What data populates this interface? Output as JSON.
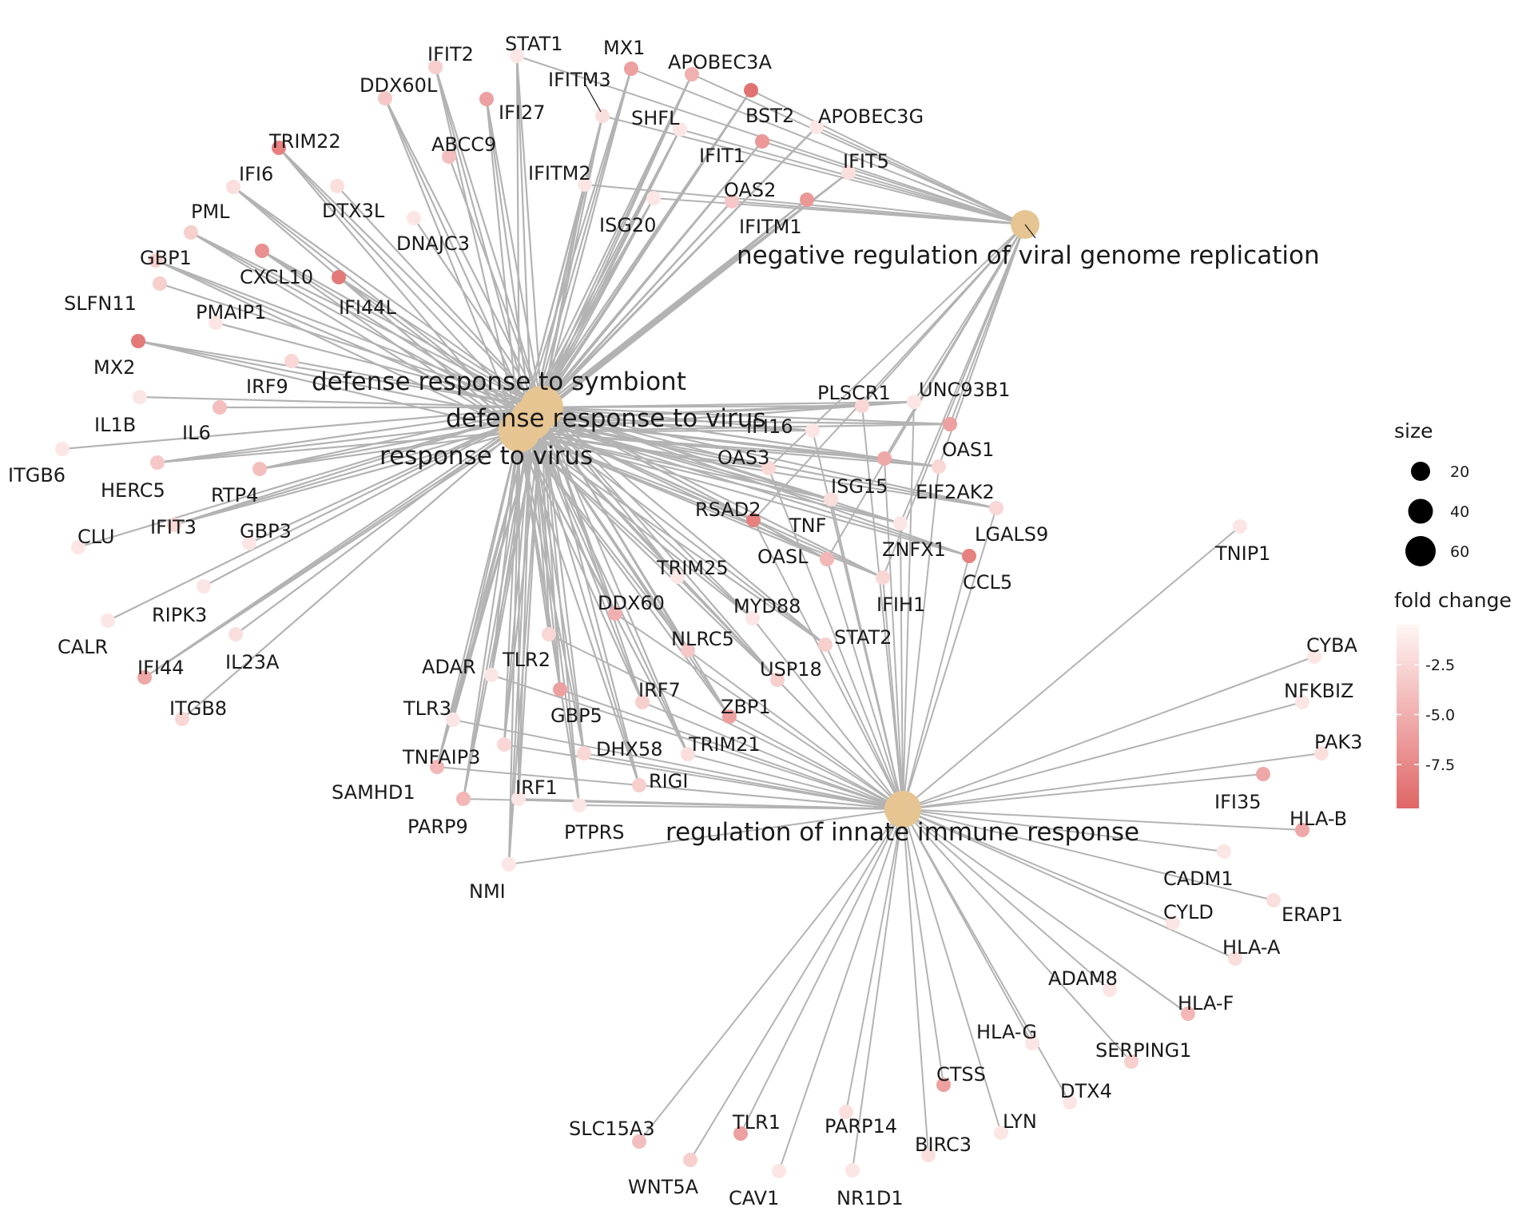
{
  "colors": {
    "edge": "#b3b3b3",
    "hub": "#e6c592",
    "fold_low": "#e06666",
    "fold_high": "#fff6f4"
  },
  "legend": {
    "size_title": "size",
    "size_items": [
      {
        "label": "20",
        "value": 20
      },
      {
        "label": "40",
        "value": 40
      },
      {
        "label": "60",
        "value": 60
      }
    ],
    "fold_title": "fold change",
    "fold_ticks": [
      {
        "label": "-2.5",
        "value": -2.5
      },
      {
        "label": "-5.0",
        "value": -5.0
      },
      {
        "label": "-7.5",
        "value": -7.5
      }
    ],
    "fold_range": [
      -9.7,
      -0.5
    ]
  },
  "hubs": [
    {
      "id": "symbiont",
      "label": "defense response to symbiont"
    },
    {
      "id": "virus_defense",
      "label": "defense response to virus"
    },
    {
      "id": "virus",
      "label": "response to virus"
    },
    {
      "id": "viral_replication",
      "label": "negative regulation of viral genome replication"
    },
    {
      "id": "innate",
      "label": "regulation of innate immune response"
    }
  ],
  "genes": [
    {
      "label": "IFIT2",
      "fc": -3.0
    },
    {
      "label": "STAT1",
      "fc": -1.5
    },
    {
      "label": "MX1",
      "fc": -6.0
    },
    {
      "label": "APOBEC3A",
      "fc": -5.0
    },
    {
      "label": "IFITM3",
      "fc": -2.0
    },
    {
      "label": "DDX60L",
      "fc": -3.5
    },
    {
      "label": "IFI27",
      "fc": -6.0
    },
    {
      "label": "BST2",
      "fc": -9.0
    },
    {
      "label": "APOBEC3G",
      "fc": -1.5
    },
    {
      "label": "SHFL",
      "fc": -1.5
    },
    {
      "label": "TRIM22",
      "fc": -8.0
    },
    {
      "label": "ABCC9",
      "fc": -4.0
    },
    {
      "label": "IFIT1",
      "fc": -6.5
    },
    {
      "label": "IFIT5",
      "fc": -2.0
    },
    {
      "label": "IFI6",
      "fc": -2.0
    },
    {
      "label": "IFITM2",
      "fc": -1.5
    },
    {
      "label": "DTX3L",
      "fc": -2.0
    },
    {
      "label": "OAS2",
      "fc": -3.5
    },
    {
      "label": "IFITM1",
      "fc": -6.5
    },
    {
      "label": "PML",
      "fc": -3.0
    },
    {
      "label": "DNAJC3",
      "fc": -1.5
    },
    {
      "label": "ISG20",
      "fc": -1.5
    },
    {
      "label": "GBP1",
      "fc": -3.0
    },
    {
      "label": "CXCL10",
      "fc": -7.0
    },
    {
      "label": "IFI44L",
      "fc": -8.5
    },
    {
      "label": "SLFN11",
      "fc": -3.0
    },
    {
      "label": "PMAIP1",
      "fc": -1.5
    },
    {
      "label": "MX2",
      "fc": -8.5
    },
    {
      "label": "IRF9",
      "fc": -2.5
    },
    {
      "label": "IL1B",
      "fc": -1.5
    },
    {
      "label": "IL6",
      "fc": -4.0
    },
    {
      "label": "ITGB6",
      "fc": -1.5
    },
    {
      "label": "HERC5",
      "fc": -3.5
    },
    {
      "label": "RTP4",
      "fc": -4.0
    },
    {
      "label": "CLU",
      "fc": -1.5
    },
    {
      "label": "IFIT3",
      "fc": -2.5
    },
    {
      "label": "GBP3",
      "fc": -1.5
    },
    {
      "label": "RIPK3",
      "fc": -1.5
    },
    {
      "label": "CALR",
      "fc": -1.5
    },
    {
      "label": "IFI44",
      "fc": -5.5
    },
    {
      "label": "IL23A",
      "fc": -2.0
    },
    {
      "label": "ITGB8",
      "fc": -2.5
    },
    {
      "label": "PLSCR1",
      "fc": -2.5
    },
    {
      "label": "UNC93B1",
      "fc": -1.5
    },
    {
      "label": "IFI16",
      "fc": -1.5
    },
    {
      "label": "OAS1",
      "fc": -6.0
    },
    {
      "label": "OAS3",
      "fc": -2.5
    },
    {
      "label": "ISG15",
      "fc": -5.5
    },
    {
      "label": "EIF2AK2",
      "fc": -2.5
    },
    {
      "label": "RSAD2",
      "fc": -8.0
    },
    {
      "label": "TNF",
      "fc": -2.0
    },
    {
      "label": "LGALS9",
      "fc": -2.5
    },
    {
      "label": "ZNFX1",
      "fc": -1.5
    },
    {
      "label": "OASL",
      "fc": -4.5
    },
    {
      "label": "CCL5",
      "fc": -8.0
    },
    {
      "label": "TRIM25",
      "fc": -1.5
    },
    {
      "label": "IFIH1",
      "fc": -2.5
    },
    {
      "label": "DDX60",
      "fc": -5.0
    },
    {
      "label": "MYD88",
      "fc": -1.5
    },
    {
      "label": "STAT2",
      "fc": -3.0
    },
    {
      "label": "NLRC5",
      "fc": -3.5
    },
    {
      "label": "TLR2",
      "fc": -2.5
    },
    {
      "label": "ADAR",
      "fc": -1.5
    },
    {
      "label": "USP18",
      "fc": -3.0
    },
    {
      "label": "GBP5",
      "fc": -6.0
    },
    {
      "label": "IRF7",
      "fc": -3.0
    },
    {
      "label": "ZBP1",
      "fc": -6.0
    },
    {
      "label": "TLR3",
      "fc": -1.5
    },
    {
      "label": "DHX58",
      "fc": -2.5
    },
    {
      "label": "TRIM21",
      "fc": -2.0
    },
    {
      "label": "TNFAIP3",
      "fc": -2.5
    },
    {
      "label": "SAMHD1",
      "fc": -4.5
    },
    {
      "label": "RIGI",
      "fc": -3.0
    },
    {
      "label": "IRF1",
      "fc": -1.5
    },
    {
      "label": "PARP9",
      "fc": -4.5
    },
    {
      "label": "PTPRS",
      "fc": -1.5
    },
    {
      "label": "NMI",
      "fc": -1.5
    },
    {
      "label": "TNIP1",
      "fc": -1.5
    },
    {
      "label": "CYBA",
      "fc": -1.5
    },
    {
      "label": "NFKBIZ",
      "fc": -1.5
    },
    {
      "label": "PAK3",
      "fc": -2.0
    },
    {
      "label": "IFI35",
      "fc": -5.5
    },
    {
      "label": "HLA-B",
      "fc": -5.5
    },
    {
      "label": "CADM1",
      "fc": -1.5
    },
    {
      "label": "ERAP1",
      "fc": -2.0
    },
    {
      "label": "CYLD",
      "fc": -1.5
    },
    {
      "label": "HLA-A",
      "fc": -2.0
    },
    {
      "label": "ADAM8",
      "fc": -1.5
    },
    {
      "label": "HLA-F",
      "fc": -4.5
    },
    {
      "label": "HLA-G",
      "fc": -1.5
    },
    {
      "label": "SERPING1",
      "fc": -3.0
    },
    {
      "label": "CTSS",
      "fc": -6.0
    },
    {
      "label": "DTX4",
      "fc": -1.5
    },
    {
      "label": "PARP14",
      "fc": -2.0
    },
    {
      "label": "LYN",
      "fc": -1.5
    },
    {
      "label": "SLC15A3",
      "fc": -4.0
    },
    {
      "label": "TLR1",
      "fc": -6.0
    },
    {
      "label": "BIRC3",
      "fc": -2.0
    },
    {
      "label": "WNT5A",
      "fc": -3.0
    },
    {
      "label": "CAV1",
      "fc": -1.5
    },
    {
      "label": "NR1D1",
      "fc": -1.5
    }
  ]
}
